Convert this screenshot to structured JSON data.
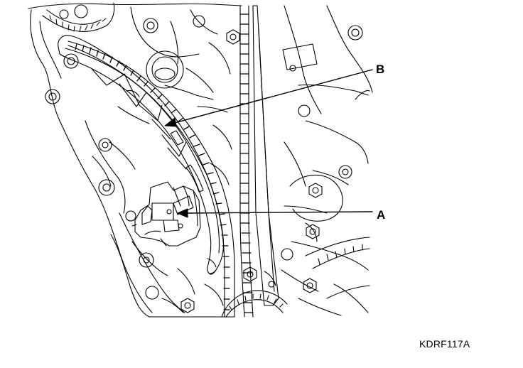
{
  "callouts": {
    "a": "A",
    "b": "B"
  },
  "figure_code": "KDRF117A",
  "colors": {
    "line": "#000000",
    "background": "#ffffff"
  }
}
